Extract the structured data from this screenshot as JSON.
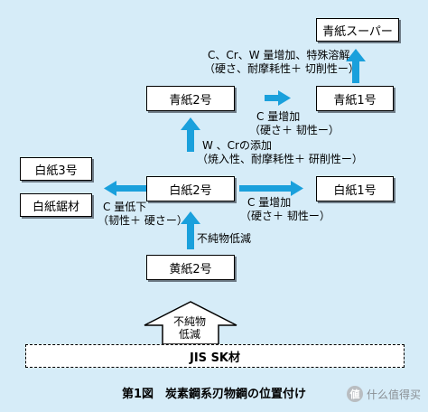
{
  "boxes": {
    "aogami_super": "青紙スーパー",
    "aogami2": "青紙2号",
    "aogami1": "青紙1号",
    "shirogami3": "白紙3号",
    "shirogami_kyozai": "白紙鋸材",
    "shirogami2": "白紙2号",
    "shirogami1": "白紙1号",
    "kigami2": "黄紙2号"
  },
  "labels": {
    "cr_w_line1": "C、Cr、W 量增加、特殊溶解",
    "cr_w_line2": "（硬さ、耐摩耗性＋ 切削性ー）",
    "c_up_1_line1": "C 量增加",
    "c_up_1_line2": "（硬さ＋ 韧性ー）",
    "w_cr_line1": "W 、Crの添加",
    "w_cr_line2": "（焼入性、耐摩耗性＋ 研削性ー）",
    "c_down_line1": "C 量低下",
    "c_down_line2": "（韧性＋ 硬さー）",
    "c_up_2_line1": "C 量增加",
    "c_up_2_line2": "（硬さ＋ 韧性ー）",
    "impurity_reduce": "不純物低減",
    "big_arrow_line1": "不純物",
    "big_arrow_line2": "低減"
  },
  "base": "JIS SK材",
  "caption": "第1図　炭素鋼系刃物鋼の位置付け",
  "watermark": "什么值得买",
  "colors": {
    "background": "#d6ecf8",
    "arrow": "#1aa0dc",
    "box_border": "#000000"
  }
}
